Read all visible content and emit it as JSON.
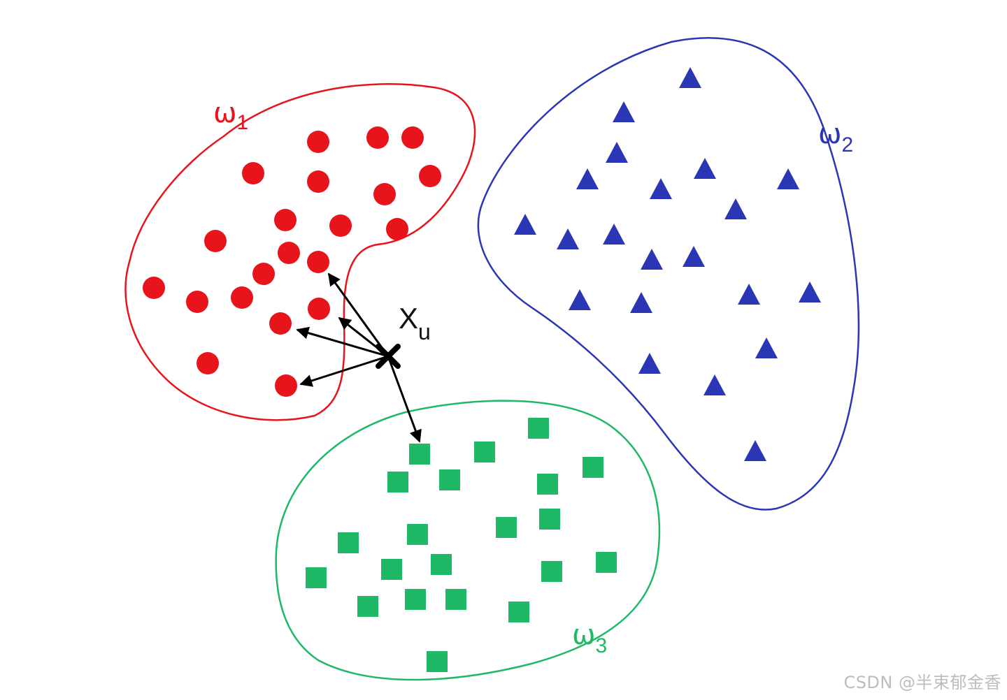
{
  "diagram": {
    "clusters": [
      {
        "id": "w1",
        "symbol": "ω",
        "subscript": "1",
        "shape": "circle",
        "color": "#e8141c"
      },
      {
        "id": "w2",
        "symbol": "ω",
        "subscript": "2",
        "shape": "triangle",
        "color": "#2b36b4"
      },
      {
        "id": "w3",
        "symbol": "ω",
        "subscript": "3",
        "shape": "square",
        "color": "#1fb866"
      }
    ],
    "query_point": {
      "symbol": "X",
      "subscript": "u",
      "color": "#000000"
    }
  },
  "watermark": "CSDN @半束郁金香"
}
